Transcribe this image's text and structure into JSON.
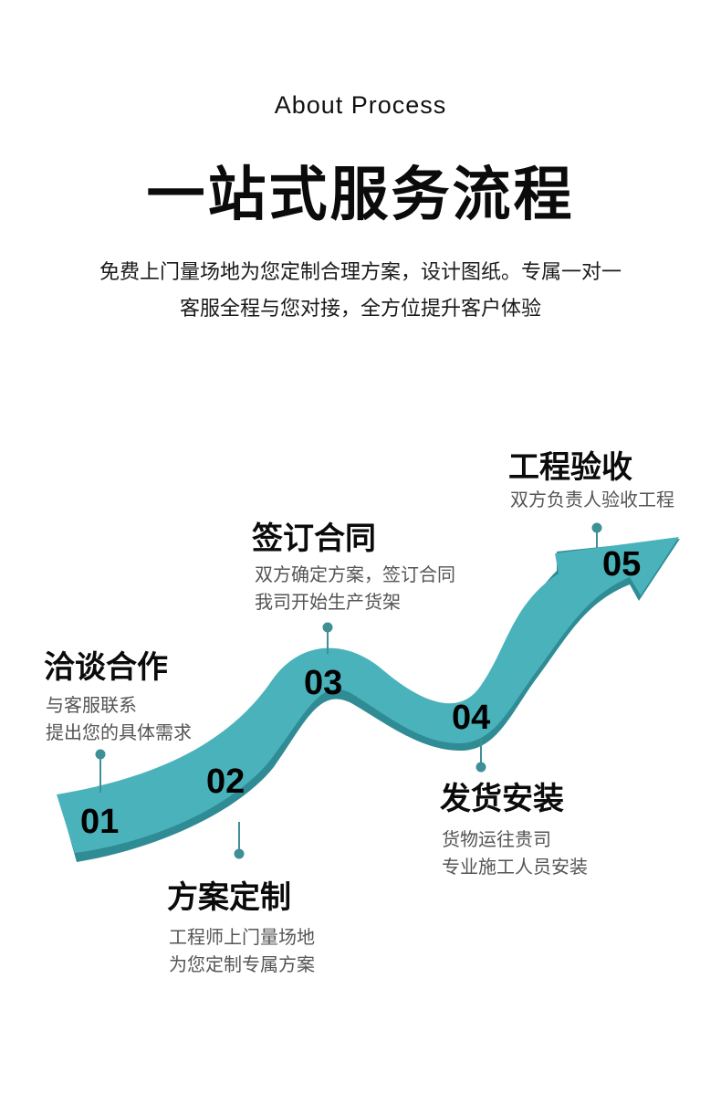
{
  "header": {
    "en_title": "About  Process",
    "cn_title": "一站式服务流程",
    "intro_line1": "免费上门量场地为您定制合理方案，设计图纸。专属一对一",
    "intro_line2": "客服全程与您对接，全方位提升客户体验"
  },
  "colors": {
    "arrow_main": "#4ab2bb",
    "arrow_shadow": "#2f8c95",
    "dot": "#3f8f96"
  },
  "steps": [
    {
      "num": "01",
      "title": "洽谈合作",
      "desc1": "与客服联系",
      "desc2": "提出您的具体需求"
    },
    {
      "num": "02",
      "title": "方案定制",
      "desc1": "工程师上门量场地",
      "desc2": "为您定制专属方案"
    },
    {
      "num": "03",
      "title": "签订合同",
      "desc1": "双方确定方案，签订合同",
      "desc2": "我司开始生产货架"
    },
    {
      "num": "04",
      "title": "发货安装",
      "desc1": "货物运往贵司",
      "desc2": "专业施工人员安装"
    },
    {
      "num": "05",
      "title": "工程验收",
      "desc1": "双方负责人验收工程"
    }
  ]
}
